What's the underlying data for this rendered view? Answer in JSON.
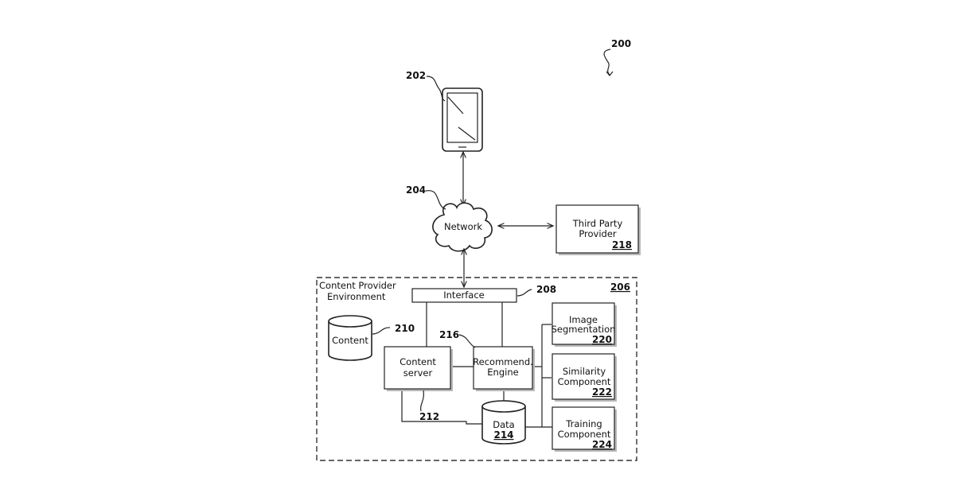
{
  "figure": {
    "ref": "200",
    "device": {
      "ref": "202"
    },
    "network": {
      "label": "Network",
      "ref": "204"
    },
    "third_party": {
      "line1": "Third Party",
      "line2": "Provider",
      "ref": "218"
    },
    "environment": {
      "line1": "Content Provider",
      "line2": "Environment",
      "ref": "206"
    },
    "interface": {
      "label": "Interface",
      "ref": "208"
    },
    "content": {
      "label": "Content",
      "ref": "210"
    },
    "content_server": {
      "line1": "Content",
      "line2": "server",
      "ref": "212"
    },
    "recommend_engine": {
      "line1": "Recommend.",
      "line2": "Engine",
      "ref": "216"
    },
    "data_store": {
      "label": "Data",
      "ref": "214"
    },
    "image_segmentation": {
      "line1": "Image",
      "line2": "Segmentation",
      "ref": "220"
    },
    "similarity": {
      "line1": "Similarity",
      "line2": "Component",
      "ref": "222"
    },
    "training": {
      "line1": "Training",
      "line2": "Component",
      "ref": "224"
    }
  }
}
